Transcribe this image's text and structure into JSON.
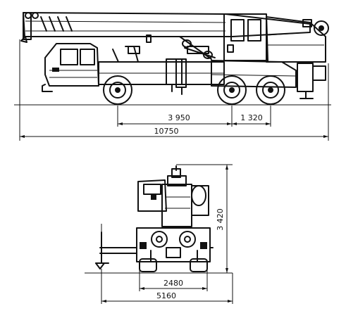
{
  "side_view": {
    "dim_axle_spacing": "3 950",
    "dim_rear_axles": "1 320",
    "dim_overall_length": "10750"
  },
  "front_view": {
    "dim_height": "3 420",
    "dim_track_width": "2480",
    "dim_outrigger_span": "5160"
  }
}
